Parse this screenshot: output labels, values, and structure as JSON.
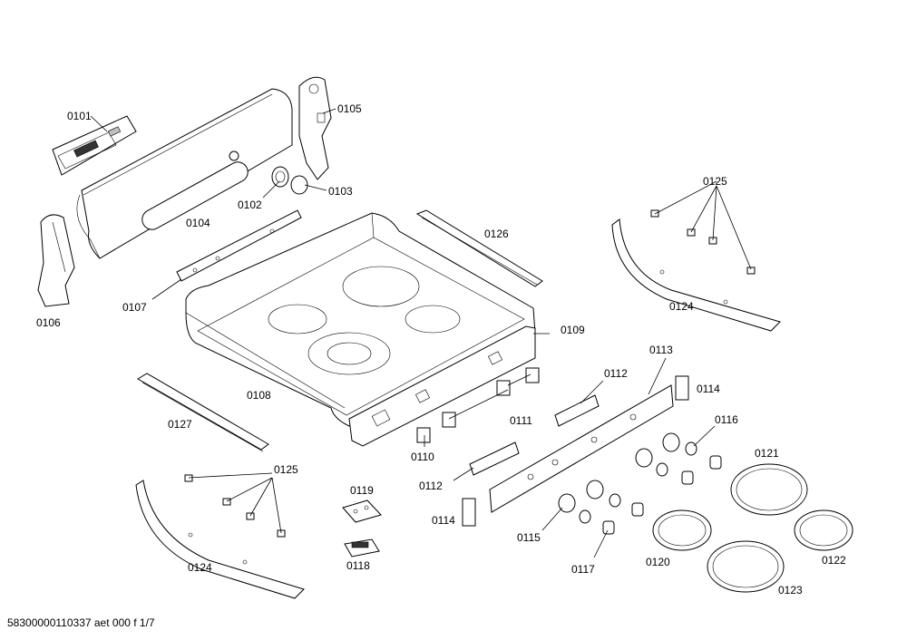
{
  "labels": {
    "p0101": "0101",
    "p0102": "0102",
    "p0103": "0103",
    "p0104": "0104",
    "p0105": "0105",
    "p0106": "0106",
    "p0107": "0107",
    "p0108": "0108",
    "p0109": "0109",
    "p0110": "0110",
    "p0111": "0111",
    "p0112a": "0112",
    "p0112b": "0112",
    "p0113": "0113",
    "p0114a": "0114",
    "p0114b": "0114",
    "p0115": "0115",
    "p0116": "0116",
    "p0117": "0117",
    "p0118": "0118",
    "p0119": "0119",
    "p0120": "0120",
    "p0121": "0121",
    "p0122": "0122",
    "p0123": "0123",
    "p0124a": "0124",
    "p0124b": "0124",
    "p0125a": "0125",
    "p0125b": "0125",
    "p0126": "0126",
    "p0127": "0127"
  },
  "footer": "58300000110337 aet 000 f 1/7"
}
